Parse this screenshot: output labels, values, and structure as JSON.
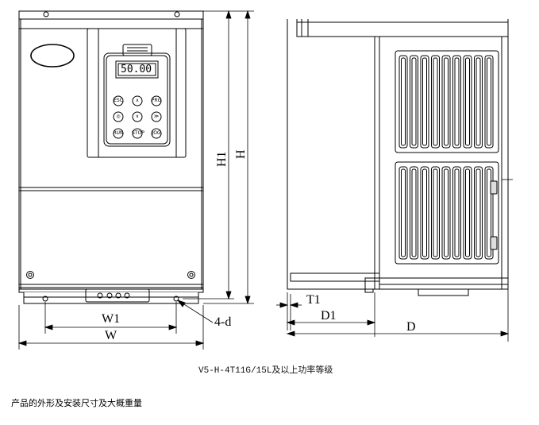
{
  "display": {
    "reading": "50.00"
  },
  "dimensions": {
    "H1": "H1",
    "H": "H",
    "W1": "W1",
    "W": "W",
    "T1": "T1",
    "D1": "D1",
    "D": "D",
    "holes": "4-d"
  },
  "caption": "V5-H-4T11G/15L及以上功率等级",
  "note": "产品的外形及安装尺寸及大概重量",
  "keypad": {
    "keys": [
      "ESC",
      "∧",
      "PRG",
      "◎",
      "∨",
      "≫",
      "RUN",
      "STOP",
      "JOG"
    ]
  },
  "colors": {
    "line": "#000000",
    "face": "#ffffff",
    "shade": "#dddddd"
  }
}
